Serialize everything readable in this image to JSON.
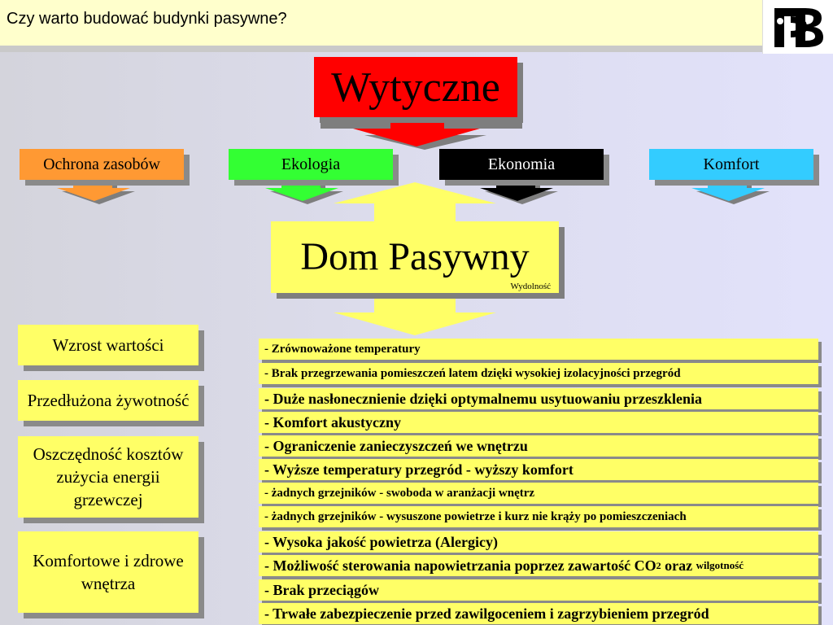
{
  "header": {
    "title": "Czy warto budować budynki pasywne?"
  },
  "main_title": "Wytyczne",
  "categories": [
    {
      "label": "Ochrona zasobów",
      "color": "#ff9933"
    },
    {
      "label": "Ekologia",
      "color": "#33ff33"
    },
    {
      "label": "Ekonomia",
      "color": "#000000"
    },
    {
      "label": "Komfort",
      "color": "#33ccff"
    }
  ],
  "center": {
    "title": "Dom Pasywny",
    "subtitle": "Wydolność"
  },
  "benefits": [
    "Wzrost wartości",
    "Przedłużona żywotność",
    "Oszczędność kosztów\nzużycia energii\ngrzewczej",
    "Komfortowe i zdrowe\nwnętrza"
  ],
  "features": [
    {
      "text": "- Zrównoważone temperatury",
      "size": "sm"
    },
    {
      "text": "- Brak przegrzewania pomieszczeń latem dzięki wysokiej izolacyjności przegród",
      "size": "sm"
    },
    {
      "text": "- Duże nasłonecznienie dzięki optymalnemu usytuowaniu przeszklenia",
      "size": "lg"
    },
    {
      "text": "- Komfort akustyczny",
      "size": "lg"
    },
    {
      "text": "- Ograniczenie zanieczyszczeń we wnętrzu",
      "size": "lg"
    },
    {
      "text": "- Wyższe temperatury przegród - wyższy komfort",
      "size": "lg"
    },
    {
      "text": "- żadnych grzejników - swoboda w aranżacji wnętrz",
      "size": "sm"
    },
    {
      "text": "- żadnych grzejników - wysuszone powietrze i kurz nie krąży po pomieszczeniach",
      "size": "sm"
    },
    {
      "text": "- Wysoka jakość powietrza (Alergicy)",
      "size": "lg"
    },
    {
      "text": "- Możliwość sterowania napowietrzania poprzez zawartość CO",
      "sub": "2",
      "tail": " oraz ",
      "tail_small": "wilgotność",
      "size": "lg"
    },
    {
      "text": "- Brak przeciągów",
      "size": "lg"
    },
    {
      "text": "- Trwałe zabezpieczenie przed zawilgoceniem i zagrzybieniem przegród",
      "size": "lg"
    }
  ]
}
